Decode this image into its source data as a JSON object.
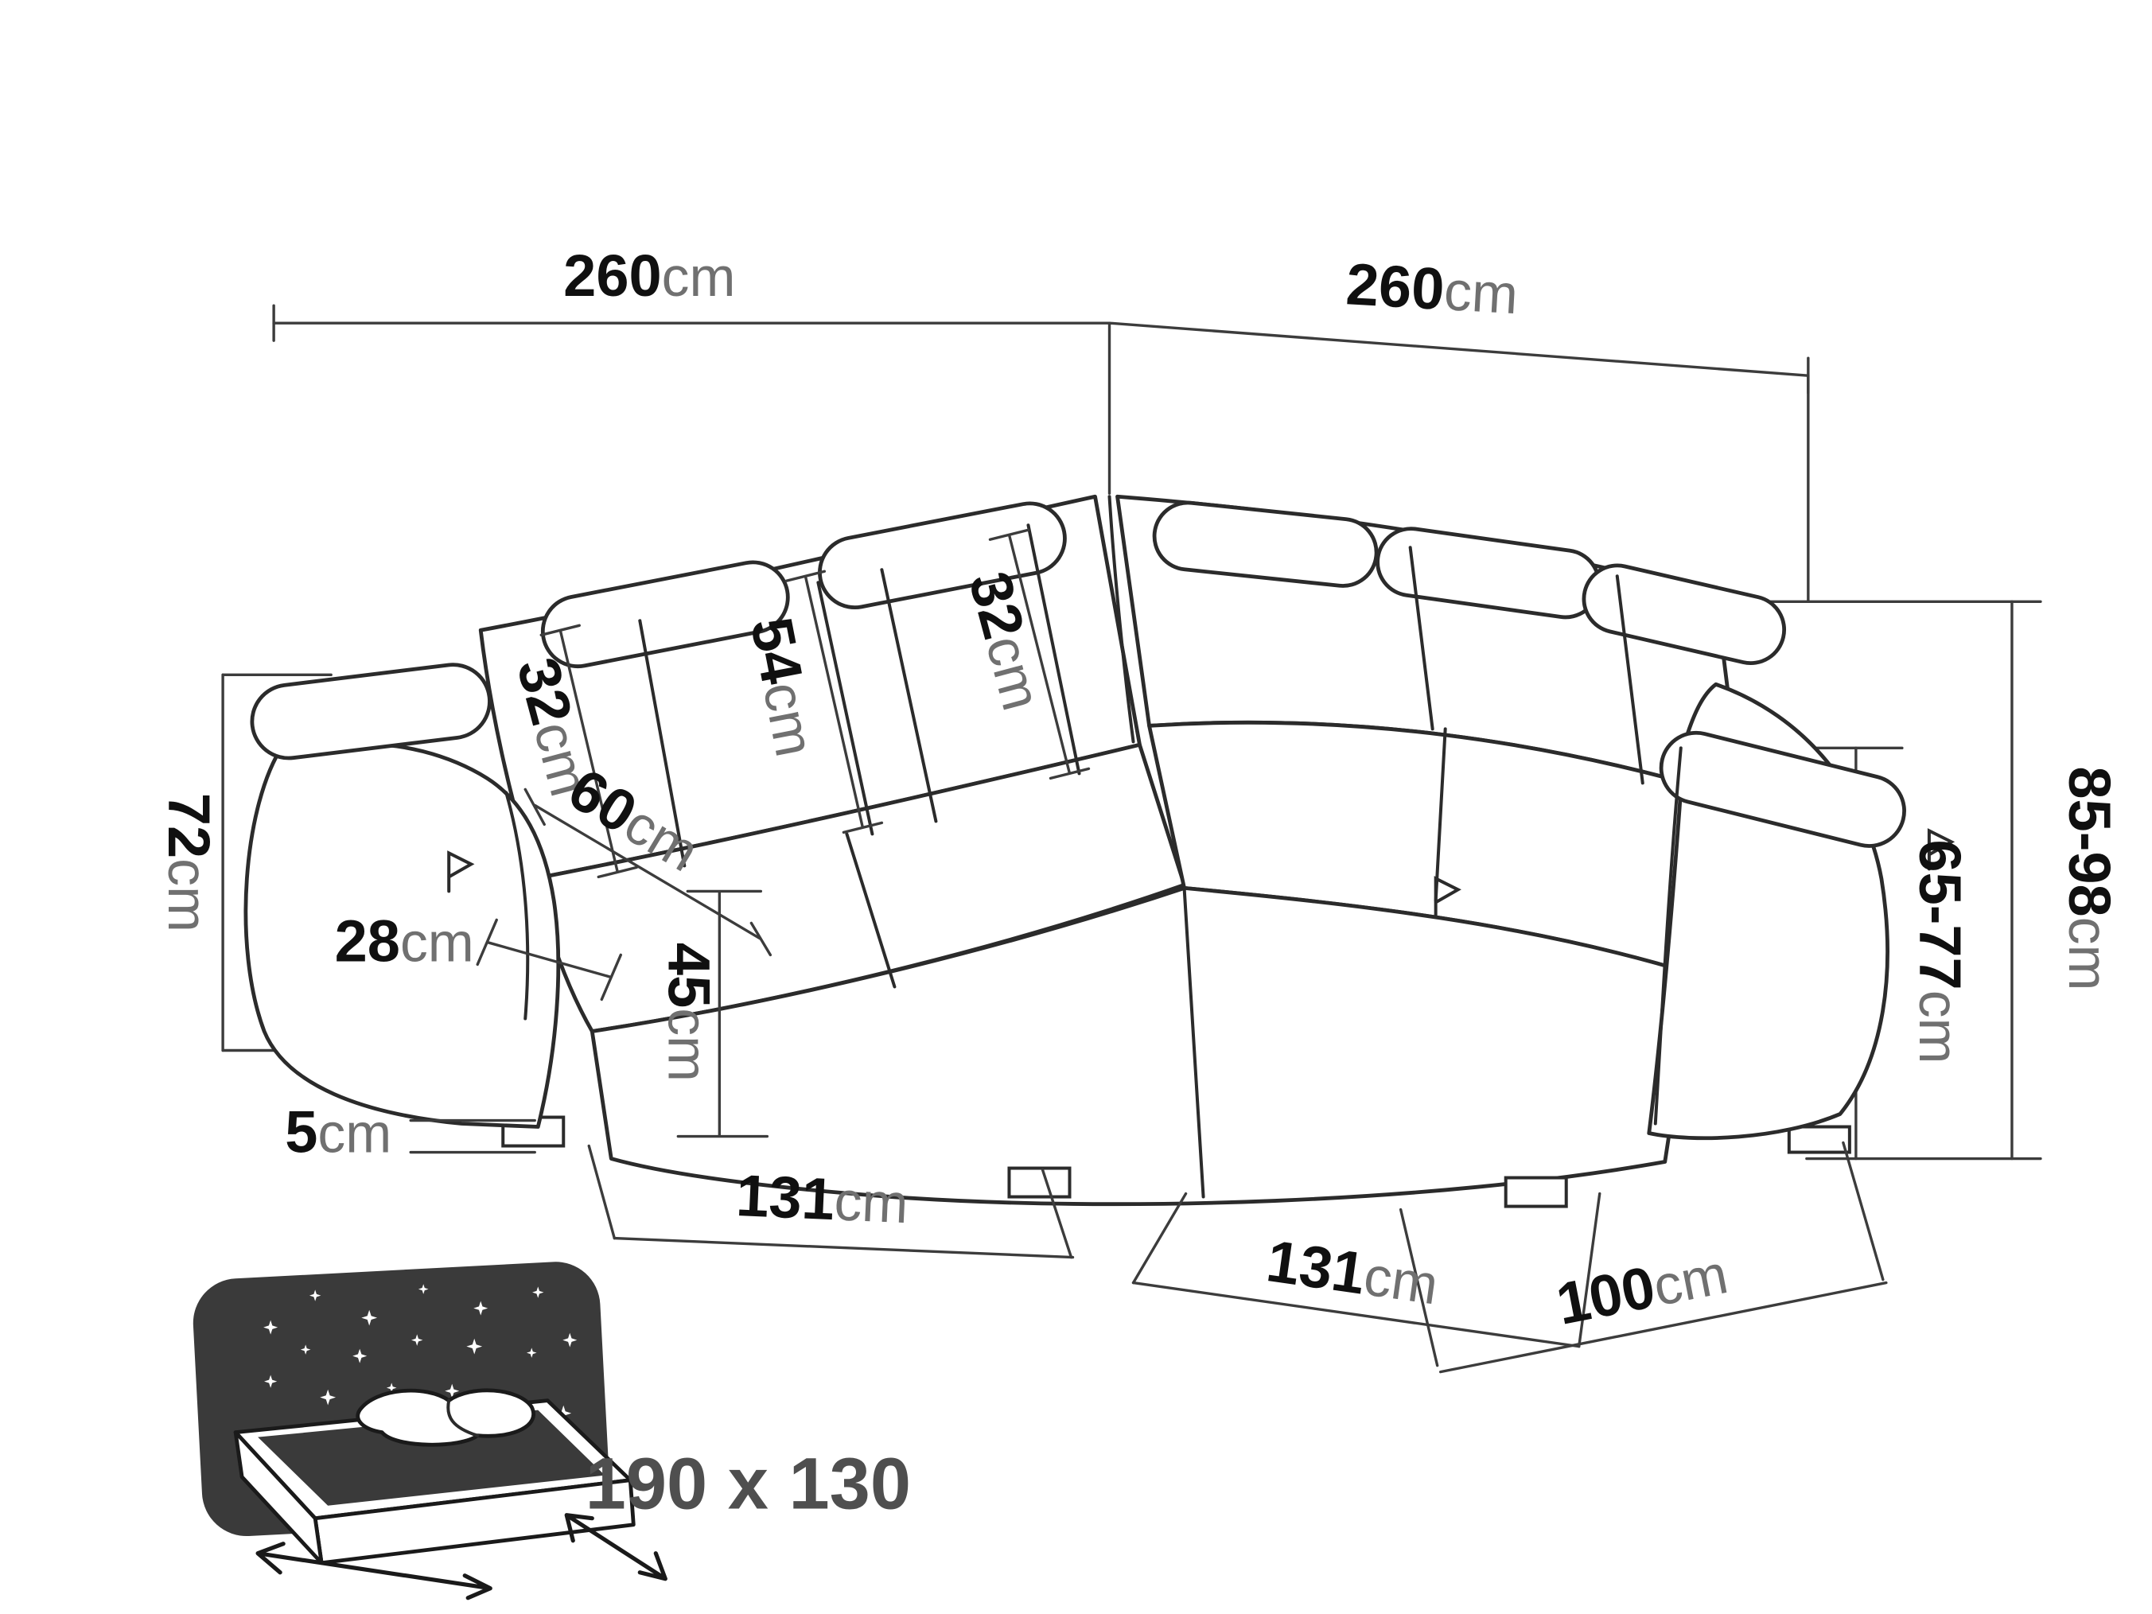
{
  "colors": {
    "line": "#2b2b2b",
    "dimension_line": "#3c3c3c",
    "number_text": "#101010",
    "unit_text": "#707070",
    "panel_dark": "#3a3a3a",
    "star_white": "#ffffff"
  },
  "icons": {
    "sleeping_area": "bed-with-stars-icon",
    "direction": "double-arrow-icon"
  },
  "labels": {
    "top_width_left": {
      "value": "260",
      "unit": "cm"
    },
    "top_width_right": {
      "value": "260",
      "unit": "cm"
    },
    "left_height": {
      "value": "72",
      "unit": "cm"
    },
    "back_height_range": {
      "value": "85-98",
      "unit": "cm"
    },
    "arm_height_range": {
      "value": "65-77",
      "unit": "cm"
    },
    "backrest_width": {
      "value": "54",
      "unit": "cm"
    },
    "back_cushion_left": {
      "value": "32",
      "unit": "cm"
    },
    "back_cushion_right": {
      "value": "32",
      "unit": "cm"
    },
    "seat_depth": {
      "value": "60",
      "unit": "cm"
    },
    "seat_height": {
      "value": "45",
      "unit": "cm"
    },
    "armrest_width": {
      "value": "28",
      "unit": "cm"
    },
    "leg_height": {
      "value": "5",
      "unit": "cm"
    },
    "seat_width_left": {
      "value": "131",
      "unit": "cm"
    },
    "seat_width_right": {
      "value": "131",
      "unit": "cm"
    },
    "section_depth": {
      "value": "100",
      "unit": "cm"
    },
    "sleeping_area": {
      "value": "190 x 130",
      "unit": ""
    }
  }
}
